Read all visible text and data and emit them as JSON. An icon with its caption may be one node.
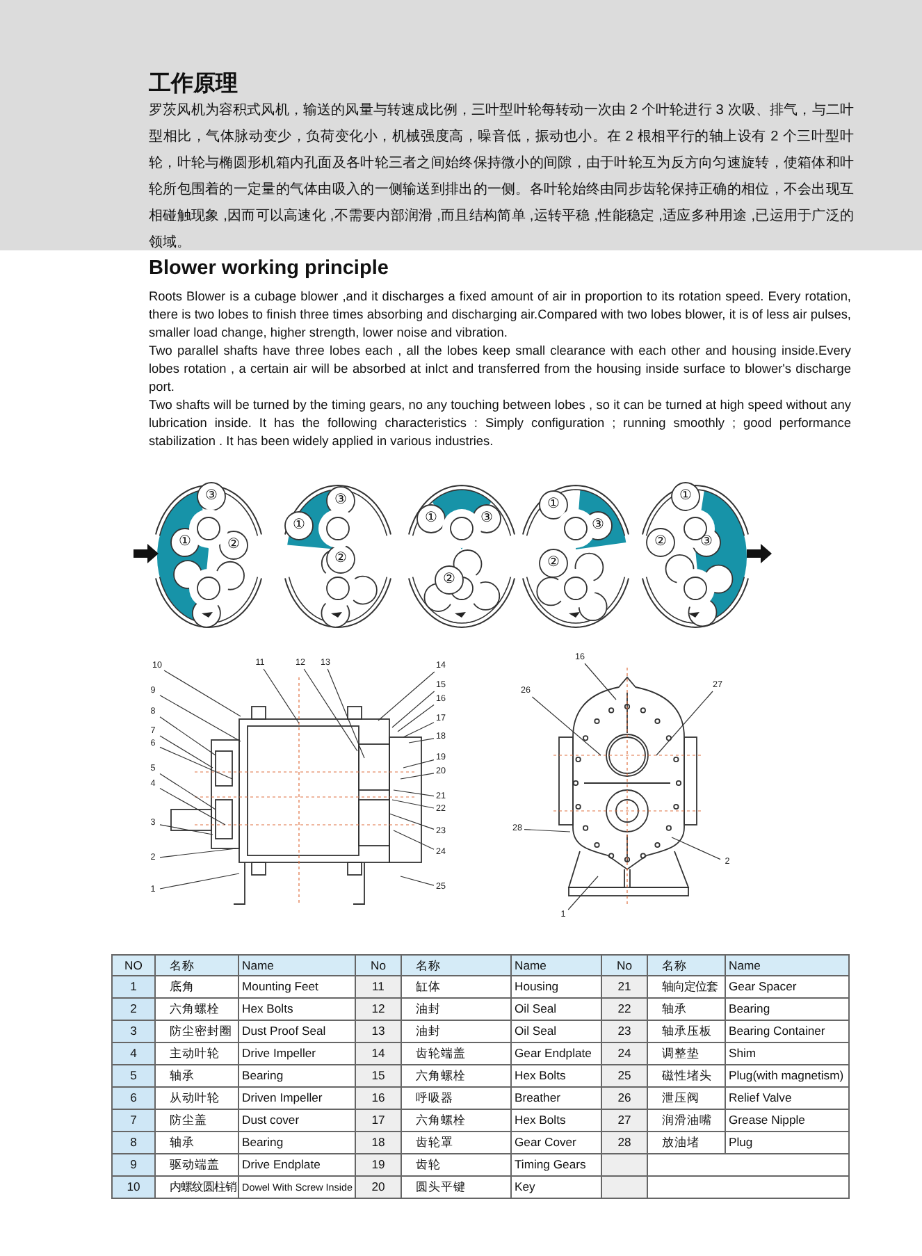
{
  "diagram": {
    "title": "工作原理",
    "nodes": [
      {
        "text": [
          "1"
        ]
      },
      {
        "text": [
          "2"
        ]
      },
      {
        "text": [
          "3"
        ]
      },
      {
        "text": [
          "4"
        ]
      },
      {
        "text": [
          "5"
        ]
      },
      {
        "text": [
          "6"
        ]
      },
      {
        "text": [
          "7"
        ]
      },
      {
        "text": [
          "8"
        ]
      },
      {
        "text": [
          "9"
        ]
      },
      {
        "text": [
          "10"
        ]
      },
      {
        "text": [
          "11"
        ]
      },
      {
        "text": [
          "12"
        ]
      },
      {
        "text": [
          "13"
        ]
      },
      {
        "text": [
          "14"
        ]
      },
      {
        "text": [
          "15"
        ]
      },
      {
        "text": [
          "16"
        ]
      },
      {
        "text": [
          "17"
        ]
      },
      {
        "text": [
          "18"
        ]
      },
      {
        "text": [
          "19"
        ]
      },
      {
        "text": [
          "20"
        ]
      },
      {
        "text": [
          "21"
        ]
      },
      {
        "text": [
          "22"
        ]
      },
      {
        "text": [
          "23"
        ]
      },
      {
        "text": [
          "24"
        ]
      },
      {
        "text": [
          "25"
        ]
      },
      {
        "text": [
          "16"
        ]
      },
      {
        "text": [
          "27"
        ]
      },
      {
        "text": [
          "26"
        ]
      },
      {
        "text": [
          "28"
        ]
      },
      {
        "text": [
          "2"
        ]
      },
      {
        "text": [
          "1"
        ]
      }
    ],
    "edges": [
      {
        "from": 0,
        "to": null,
        "arrow": "none"
      },
      {
        "from": 1,
        "to": null,
        "arrow": "none"
      },
      {
        "from": 2,
        "to": null,
        "arrow": "none"
      },
      {
        "from": 3,
        "to": null,
        "arrow": "none"
      },
      {
        "from": 4,
        "to": null,
        "arrow": "none"
      },
      {
        "from": 5,
        "to": null,
        "arrow": "none"
      },
      {
        "from": 6,
        "to": null,
        "arrow": "none"
      },
      {
        "from": 7,
        "to": null,
        "arrow": "none"
      },
      {
        "from": 8,
        "to": null,
        "arrow": "none"
      },
      {
        "from": 9,
        "to": null,
        "arrow": "none"
      },
      {
        "from": 10,
        "to": null,
        "arrow": "none"
      },
      {
        "from": 11,
        "to": null,
        "arrow": "none"
      },
      {
        "from": 12,
        "to": null,
        "arrow": "none"
      },
      {
        "from": 13,
        "to": null,
        "arrow": "none"
      },
      {
        "from": 14,
        "to": null,
        "arrow": "none"
      },
      {
        "from": 15,
        "to": null,
        "arrow": "none"
      },
      {
        "from": 16,
        "to": null,
        "arrow": "none"
      },
      {
        "from": 17,
        "to": null,
        "arrow": "none"
      },
      {
        "from": 18,
        "to": null,
        "arrow": "none"
      },
      {
        "from": 19,
        "to": null,
        "arrow": "none"
      },
      {
        "from": 20,
        "to": null,
        "arrow": "none"
      },
      {
        "from": 21,
        "to": null,
        "arrow": "none"
      },
      {
        "from": 22,
        "to": null,
        "arrow": "none"
      },
      {
        "from": 23,
        "to": null,
        "arrow": "none"
      },
      {
        "from": 24,
        "to": null,
        "arrow": "none"
      },
      {
        "from": 25,
        "to": null,
        "arrow": "none"
      },
      {
        "from": 26,
        "to": null,
        "arrow": "none"
      },
      {
        "from": 27,
        "to": null,
        "arrow": "none"
      },
      {
        "from": 28,
        "to": null,
        "arrow": "none"
      },
      {
        "from": 29,
        "to": null,
        "arrow": "none"
      },
      {
        "from": 30,
        "to": null,
        "arrow": "none"
      }
    ],
    "labels": [
      "罗茨风机为容积式风机，输送的风量与转速成比例，三叶型叶轮每转动一次由 2 个叶轮进行 3 次吸、排气，与二叶型相比，气体脉动变少，负荷变化小，机械强度高，噪音低，振动也小。在 2 根相平行的轴上设有 2 个三叶型叶轮，叶轮与椭圆形机箱内孔面及各叶轮三者之间始终保持微小的间隙，由于叶轮互为反方向匀速旋转，使箱体和叶轮所包围着的一定量的气体由吸入的一侧输送到排出的一侧。各叶轮始终由同步齿轮保持正确的相位，不会出现互相碰触现象 ,因而可以高速化 ,不需要内部润滑 ,而且结构简单 ,运转平稳 ,性能稳定 ,适应多种用途 ,已运用于广泛的领域。",
      "Blower working principle",
      "Roots Blower is a cubage blower ,and it discharges a fixed amount of air in proportion to its rotation speed. Every rotation, there is two lobes to finish three times absorbing and discharging air.Compared with two lobes blower, it is of less air pulses, smaller load change, higher strength, lower noise and vibration.",
      "Two parallel shafts have three lobes each , all the lobes keep small clearance with each other and housing inside.Every lobes rotation , a certain air will be absorbed at inlct and transferred from the housing inside surface to blower's discharge port.",
      "Two shafts will be turned by the timing gears, no any touching between lobes , so it can be turned at high speed without any lubrication inside. It has the following characteristics : Simply configuration ; running smoothly ; good performance stabilization . It has been widely applied in various industries.",
      "③",
      "①",
      "②",
      "③",
      "①",
      "②",
      "①",
      "③",
      "②",
      "①",
      "③",
      "②",
      "①",
      "②",
      "③",
      "NO",
      "名称",
      "Name",
      "No",
      "名称",
      "Name",
      "No",
      "名称",
      "Name",
      "1",
      "底角",
      "Mounting Feet",
      "11",
      "缸体",
      "Housing",
      "21",
      "轴向定位套",
      "Gear Spacer",
      "2",
      "六角螺栓",
      "Hex Bolts",
      "12",
      "油封",
      "Oil Seal",
      "22",
      "轴承",
      "Bearing",
      "3",
      "防尘密封圈",
      "Dust Proof Seal",
      "13",
      "油封",
      "Oil Seal",
      "23",
      "轴承压板",
      "Bearing Container",
      "4",
      "主动叶轮",
      "Drive Impeller",
      "14",
      "齿轮端盖",
      "Gear Endplate",
      "24",
      "调整垫",
      "Shim",
      "5",
      "轴承",
      "Bearing",
      "15",
      "六角螺栓",
      "Hex Bolts",
      "25",
      "磁性堵头",
      "Plug(with magnetism)",
      "6",
      "从动叶轮",
      "Driven Impeller",
      "16",
      "呼吸器",
      "Breather",
      "26",
      "泄压阀",
      "Relief Valve",
      "7",
      "防尘盖",
      "Dust cover",
      "17",
      "六角螺栓",
      "Hex Bolts",
      "27",
      "润滑油嘴",
      "Grease Nipple",
      "8",
      "轴承",
      "Bearing",
      "18",
      "齿轮罩",
      "Gear Cover",
      "28",
      "放油堵",
      "Plug",
      "9",
      "驱动端盖",
      "Drive Endplate",
      "19",
      "齿轮",
      "Timing Gears",
      "10",
      "内螺纹圆柱销",
      "Dowel With Screw Inside",
      "20",
      "圆头平键",
      "Key"
    ]
  }
}
